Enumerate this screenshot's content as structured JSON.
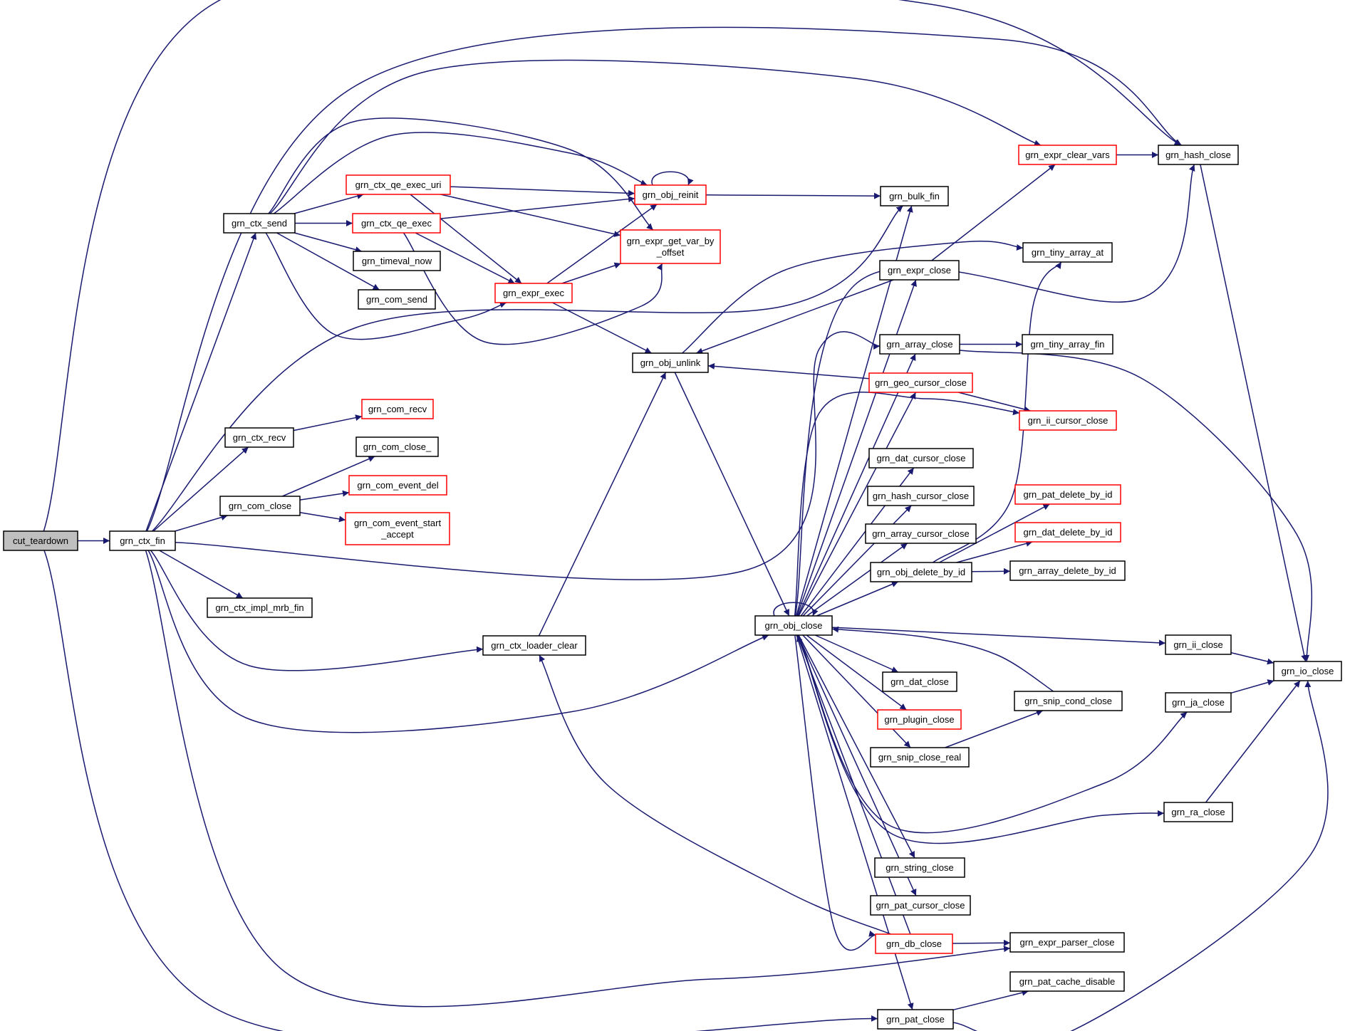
{
  "colors": {
    "edge": "#191970",
    "node_border": "#000000",
    "node_border_incomplete": "#ff0000",
    "root_fill": "#bfbfbf"
  },
  "nodes": [
    {
      "id": "cut_teardown",
      "label": "cut_teardown",
      "style": "root"
    },
    {
      "id": "grn_ctx_fin",
      "label": "grn_ctx_fin",
      "style": "normal"
    },
    {
      "id": "grn_ctx_send",
      "label": "grn_ctx_send",
      "style": "normal"
    },
    {
      "id": "grn_ctx_recv",
      "label": "grn_ctx_recv",
      "style": "normal"
    },
    {
      "id": "grn_com_close",
      "label": "grn_com_close",
      "style": "normal"
    },
    {
      "id": "grn_ctx_impl_mrb_fin",
      "label": "grn_ctx_impl_mrb_fin",
      "style": "normal"
    },
    {
      "id": "grn_ctx_qe_exec_uri",
      "label": "grn_ctx_qe_exec_uri",
      "style": "red"
    },
    {
      "id": "grn_ctx_qe_exec",
      "label": "grn_ctx_qe_exec",
      "style": "red"
    },
    {
      "id": "grn_timeval_now",
      "label": "grn_timeval_now",
      "style": "normal"
    },
    {
      "id": "grn_com_send",
      "label": "grn_com_send",
      "style": "normal"
    },
    {
      "id": "grn_com_recv",
      "label": "grn_com_recv",
      "style": "red"
    },
    {
      "id": "grn_com_close_",
      "label": "grn_com_close_",
      "style": "normal"
    },
    {
      "id": "grn_com_event_del",
      "label": "grn_com_event_del",
      "style": "red"
    },
    {
      "id": "grn_com_event_start_accept",
      "label": [
        "grn_com_event_start",
        "_accept"
      ],
      "style": "red"
    },
    {
      "id": "grn_expr_exec",
      "label": "grn_expr_exec",
      "style": "red"
    },
    {
      "id": "grn_obj_reinit",
      "label": "grn_obj_reinit",
      "style": "red"
    },
    {
      "id": "grn_expr_get_var_by_offset",
      "label": [
        "grn_expr_get_var_by",
        "_offset"
      ],
      "style": "red"
    },
    {
      "id": "grn_obj_unlink",
      "label": "grn_obj_unlink",
      "style": "normal"
    },
    {
      "id": "grn_ctx_loader_clear",
      "label": "grn_ctx_loader_clear",
      "style": "normal"
    },
    {
      "id": "grn_obj_close",
      "label": "grn_obj_close",
      "style": "normal"
    },
    {
      "id": "grn_bulk_fin",
      "label": "grn_bulk_fin",
      "style": "normal"
    },
    {
      "id": "grn_expr_close",
      "label": "grn_expr_close",
      "style": "normal"
    },
    {
      "id": "grn_array_close",
      "label": "grn_array_close",
      "style": "normal"
    },
    {
      "id": "grn_geo_cursor_close",
      "label": "grn_geo_cursor_close",
      "style": "red"
    },
    {
      "id": "grn_dat_cursor_close",
      "label": "grn_dat_cursor_close",
      "style": "normal"
    },
    {
      "id": "grn_hash_cursor_close",
      "label": "grn_hash_cursor_close",
      "style": "normal"
    },
    {
      "id": "grn_array_cursor_close",
      "label": "grn_array_cursor_close",
      "style": "normal"
    },
    {
      "id": "grn_obj_delete_by_id",
      "label": "grn_obj_delete_by_id",
      "style": "normal"
    },
    {
      "id": "grn_dat_close",
      "label": "grn_dat_close",
      "style": "normal"
    },
    {
      "id": "grn_plugin_close",
      "label": "grn_plugin_close",
      "style": "red"
    },
    {
      "id": "grn_snip_close_real",
      "label": "grn_snip_close_real",
      "style": "normal"
    },
    {
      "id": "grn_string_close",
      "label": "grn_string_close",
      "style": "normal"
    },
    {
      "id": "grn_pat_cursor_close",
      "label": "grn_pat_cursor_close",
      "style": "normal"
    },
    {
      "id": "grn_db_close",
      "label": "grn_db_close",
      "style": "red"
    },
    {
      "id": "grn_pat_close",
      "label": "grn_pat_close",
      "style": "normal"
    },
    {
      "id": "grn_expr_clear_vars",
      "label": "grn_expr_clear_vars",
      "style": "red"
    },
    {
      "id": "grn_hash_close",
      "label": "grn_hash_close",
      "style": "normal"
    },
    {
      "id": "grn_tiny_array_at",
      "label": "grn_tiny_array_at",
      "style": "normal"
    },
    {
      "id": "grn_tiny_array_fin",
      "label": "grn_tiny_array_fin",
      "style": "normal"
    },
    {
      "id": "grn_ii_cursor_close",
      "label": "grn_ii_cursor_close",
      "style": "red"
    },
    {
      "id": "grn_pat_delete_by_id",
      "label": "grn_pat_delete_by_id",
      "style": "red"
    },
    {
      "id": "grn_dat_delete_by_id",
      "label": "grn_dat_delete_by_id",
      "style": "red"
    },
    {
      "id": "grn_array_delete_by_id",
      "label": "grn_array_delete_by_id",
      "style": "normal"
    },
    {
      "id": "grn_ii_close",
      "label": "grn_ii_close",
      "style": "normal"
    },
    {
      "id": "grn_snip_cond_close",
      "label": "grn_snip_cond_close",
      "style": "normal"
    },
    {
      "id": "grn_ja_close",
      "label": "grn_ja_close",
      "style": "normal"
    },
    {
      "id": "grn_ra_close",
      "label": "grn_ra_close",
      "style": "normal"
    },
    {
      "id": "grn_io_close",
      "label": "grn_io_close",
      "style": "normal"
    },
    {
      "id": "grn_expr_parser_close",
      "label": "grn_expr_parser_close",
      "style": "normal"
    },
    {
      "id": "grn_pat_cache_disable",
      "label": "grn_pat_cache_disable",
      "style": "normal"
    }
  ],
  "edges": [
    [
      "cut_teardown",
      "grn_ctx_fin"
    ],
    [
      "cut_teardown",
      "grn_hash_close"
    ],
    [
      "cut_teardown",
      "grn_pat_close"
    ],
    [
      "grn_ctx_fin",
      "grn_ctx_send"
    ],
    [
      "grn_ctx_fin",
      "grn_ctx_recv"
    ],
    [
      "grn_ctx_fin",
      "grn_com_close"
    ],
    [
      "grn_ctx_fin",
      "grn_ctx_impl_mrb_fin"
    ],
    [
      "grn_ctx_fin",
      "grn_ctx_loader_clear"
    ],
    [
      "grn_ctx_fin",
      "grn_obj_close"
    ],
    [
      "grn_ctx_fin",
      "grn_bulk_fin"
    ],
    [
      "grn_ctx_fin",
      "grn_array_close"
    ],
    [
      "grn_ctx_fin",
      "grn_hash_close"
    ],
    [
      "grn_ctx_fin",
      "grn_expr_parser_close"
    ],
    [
      "grn_ctx_send",
      "grn_ctx_qe_exec_uri"
    ],
    [
      "grn_ctx_send",
      "grn_ctx_qe_exec"
    ],
    [
      "grn_ctx_send",
      "grn_timeval_now"
    ],
    [
      "grn_ctx_send",
      "grn_com_send"
    ],
    [
      "grn_ctx_send",
      "grn_expr_exec"
    ],
    [
      "grn_ctx_send",
      "grn_obj_reinit"
    ],
    [
      "grn_ctx_send",
      "grn_expr_get_var_by_offset"
    ],
    [
      "grn_ctx_send",
      "grn_expr_clear_vars"
    ],
    [
      "grn_ctx_recv",
      "grn_com_recv"
    ],
    [
      "grn_com_close",
      "grn_com_close_"
    ],
    [
      "grn_com_close",
      "grn_com_event_del"
    ],
    [
      "grn_com_close",
      "grn_com_event_start_accept"
    ],
    [
      "grn_ctx_qe_exec_uri",
      "grn_obj_reinit"
    ],
    [
      "grn_ctx_qe_exec_uri",
      "grn_expr_get_var_by_offset"
    ],
    [
      "grn_ctx_qe_exec_uri",
      "grn_expr_exec"
    ],
    [
      "grn_ctx_qe_exec",
      "grn_obj_reinit"
    ],
    [
      "grn_ctx_qe_exec",
      "grn_expr_exec"
    ],
    [
      "grn_ctx_qe_exec",
      "grn_expr_get_var_by_offset"
    ],
    [
      "grn_expr_exec",
      "grn_obj_reinit"
    ],
    [
      "grn_expr_exec",
      "grn_expr_get_var_by_offset"
    ],
    [
      "grn_expr_exec",
      "grn_obj_unlink"
    ],
    [
      "grn_obj_reinit",
      "grn_obj_reinit"
    ],
    [
      "grn_obj_reinit",
      "grn_bulk_fin"
    ],
    [
      "grn_obj_unlink",
      "grn_obj_close"
    ],
    [
      "grn_obj_unlink",
      "grn_tiny_array_at"
    ],
    [
      "grn_ctx_loader_clear",
      "grn_obj_unlink"
    ],
    [
      "grn_obj_close",
      "grn_obj_close"
    ],
    [
      "grn_obj_close",
      "grn_bulk_fin"
    ],
    [
      "grn_obj_close",
      "grn_expr_close"
    ],
    [
      "grn_obj_close",
      "grn_hash_close"
    ],
    [
      "grn_obj_close",
      "grn_array_close"
    ],
    [
      "grn_obj_close",
      "grn_geo_cursor_close"
    ],
    [
      "grn_obj_close",
      "grn_ii_cursor_close"
    ],
    [
      "grn_obj_close",
      "grn_dat_cursor_close"
    ],
    [
      "grn_obj_close",
      "grn_hash_cursor_close"
    ],
    [
      "grn_obj_close",
      "grn_array_cursor_close"
    ],
    [
      "grn_obj_close",
      "grn_obj_delete_by_id"
    ],
    [
      "grn_obj_close",
      "grn_ii_close"
    ],
    [
      "grn_obj_close",
      "grn_dat_close"
    ],
    [
      "grn_obj_close",
      "grn_plugin_close"
    ],
    [
      "grn_obj_close",
      "grn_snip_close_real"
    ],
    [
      "grn_obj_close",
      "grn_ja_close"
    ],
    [
      "grn_obj_close",
      "grn_ra_close"
    ],
    [
      "grn_obj_close",
      "grn_string_close"
    ],
    [
      "grn_obj_close",
      "grn_pat_cursor_close"
    ],
    [
      "grn_obj_close",
      "grn_db_close"
    ],
    [
      "grn_obj_close",
      "grn_pat_close"
    ],
    [
      "grn_expr_close",
      "grn_obj_unlink"
    ],
    [
      "grn_expr_close",
      "grn_expr_clear_vars"
    ],
    [
      "grn_expr_clear_vars",
      "grn_hash_close"
    ],
    [
      "grn_array_close",
      "grn_tiny_array_fin"
    ],
    [
      "grn_array_close",
      "grn_io_close"
    ],
    [
      "grn_geo_cursor_close",
      "grn_obj_unlink"
    ],
    [
      "grn_geo_cursor_close",
      "grn_ii_cursor_close"
    ],
    [
      "grn_obj_delete_by_id",
      "grn_tiny_array_at"
    ],
    [
      "grn_obj_delete_by_id",
      "grn_pat_delete_by_id"
    ],
    [
      "grn_obj_delete_by_id",
      "grn_dat_delete_by_id"
    ],
    [
      "grn_obj_delete_by_id",
      "grn_array_delete_by_id"
    ],
    [
      "grn_snip_close_real",
      "grn_snip_cond_close"
    ],
    [
      "grn_snip_cond_close",
      "grn_obj_close"
    ],
    [
      "grn_db_close",
      "grn_obj_close"
    ],
    [
      "grn_db_close",
      "grn_ctx_loader_clear"
    ],
    [
      "grn_db_close",
      "grn_expr_parser_close"
    ],
    [
      "grn_pat_close",
      "grn_pat_cache_disable"
    ],
    [
      "grn_pat_close",
      "grn_io_close"
    ],
    [
      "grn_hash_close",
      "grn_io_close"
    ],
    [
      "grn_ii_close",
      "grn_io_close"
    ],
    [
      "grn_ja_close",
      "grn_io_close"
    ],
    [
      "grn_ra_close",
      "grn_io_close"
    ]
  ]
}
